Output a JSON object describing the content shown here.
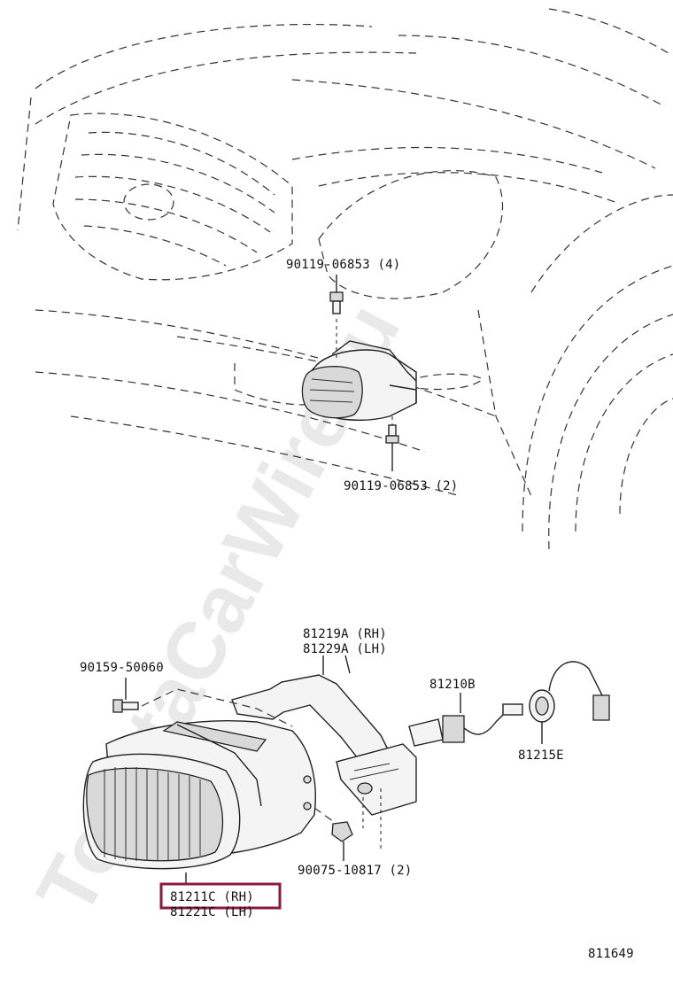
{
  "watermark": "ToyotaCarWire.ru",
  "diagram_id": "811649",
  "labels": {
    "bolt_top": "90119-06853 (4)",
    "bolt_bottom": "90119-06853 (2)",
    "bracket_rh": "81219A (RH)",
    "bracket_lh": "81229A (LH)",
    "screw": "90159-50060",
    "bulb": "81210B",
    "socket": "81215E",
    "nut": "90075-10817 (2)",
    "lamp_rh": "81211C (RH)",
    "lamp_lh": "81221C (LH)"
  },
  "highlight_color": "#8b1a3a"
}
